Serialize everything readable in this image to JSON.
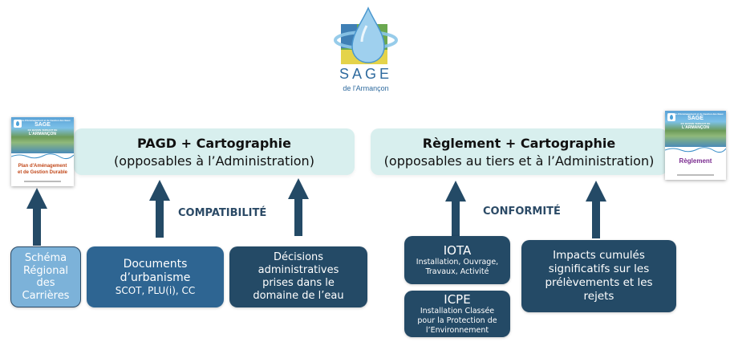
{
  "logo": {
    "title": "SAGE",
    "subtitle": "de l'Armançon"
  },
  "left_document": {
    "header_small": "Schéma d'Aménagement et de Gestion des Eaux",
    "header_big": "SAGE",
    "header_sub": "DU BASSIN VERSANT DE",
    "header_name": "L'ARMANÇON",
    "title_line1": "Plan d'Aménagement",
    "title_line2": "et de Gestion Durable"
  },
  "right_document": {
    "header_small": "Schéma d'Aménagement et de Gestion des Eaux",
    "header_big": "SAGE",
    "header_sub": "DU BASSIN VERSANT DE",
    "header_name": "L'ARMANÇON",
    "title": "Règlement"
  },
  "banners": {
    "left": {
      "title": "PAGD + Cartographie",
      "subtitle": "(opposables à l’Administration)"
    },
    "right": {
      "title": "Règlement + Cartographie",
      "subtitle": "(opposables au tiers et à l’Administration)"
    }
  },
  "relations": {
    "left": "COMPATIBILITÉ",
    "right": "CONFORMITÉ"
  },
  "boxes": {
    "schema": [
      "Schéma",
      "Régional",
      "des",
      "Carrières"
    ],
    "documents": {
      "line1": "Documents",
      "line2": "d’urbanisme",
      "line3": "SCOT, PLU(i), CC"
    },
    "decisions": [
      "Décisions",
      "administratives",
      "prises dans le",
      "domaine de l’eau"
    ],
    "iota": {
      "name": "IOTA",
      "desc1": "Installation, Ouvrage,",
      "desc2": "Travaux, Activité"
    },
    "icpe": {
      "name": "ICPE",
      "desc1": "Installation Classée",
      "desc2": "pour la Protection de",
      "desc3": "l’Environnement"
    },
    "impacts": [
      "Impacts cumulés",
      "significatifs sur les",
      "prélèvements et les",
      "rejets"
    ]
  },
  "colors": {
    "banner_bg": "#d8efee",
    "box_light": "#7cb2d9",
    "box_mid": "#2e6592",
    "box_dark": "#244a66",
    "arrow": "#244a66",
    "label": "#2b4a66"
  }
}
